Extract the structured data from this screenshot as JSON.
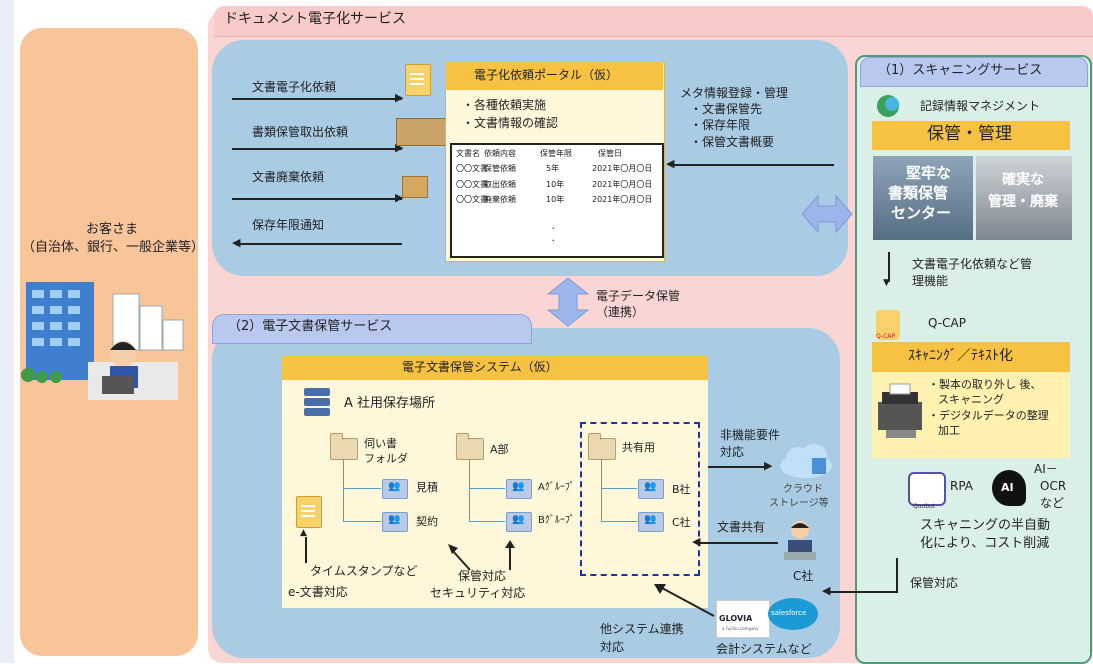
{
  "title": "ドキュメント電子化サービス",
  "customer": {
    "line1": "お客さま",
    "line2": "（自治体、銀行、一般企業等）"
  },
  "portal": {
    "requests": [
      "文書電子化依頼",
      "書類保管取出依頼",
      "文書廃棄依頼",
      "保存年限通知"
    ],
    "box_title": "電子化依頼ポータル（仮）",
    "bullets": [
      "・各種依頼実施",
      "・文書情報の確認"
    ],
    "table": {
      "headers": [
        "文書名",
        "依頼内容",
        "保管年限",
        "保管日"
      ],
      "rows": [
        [
          "〇〇文書",
          "保管依頼",
          "5年",
          "2021年〇月〇日"
        ],
        [
          "〇〇文書",
          "取出依頼",
          "10年",
          "2021年〇月〇日"
        ],
        [
          "〇〇文書",
          "廃棄依頼",
          "10年",
          "2021年〇月〇日"
        ]
      ],
      "dots": [
        "．",
        "．"
      ]
    },
    "meta": [
      "メタ情報登録・管理",
      "・文書保管先",
      "・保存年限",
      "・保管文書概要"
    ]
  },
  "link": {
    "line1": "電子データ保管",
    "line2": "（連携）"
  },
  "storage": {
    "tab": "（2）電子文書保管サービス",
    "sys_title": "電子文書保管システム（仮）",
    "location": "A 社用保存場所",
    "folders": {
      "f1": [
        "伺い書",
        "フォルダ"
      ],
      "f1_sub": [
        "見積",
        "契約"
      ],
      "f2": "A部",
      "f2_sub": [
        "Aｸﾞﾙｰﾌﾟ",
        "Bｸﾞﾙｰﾌﾟ"
      ],
      "f3": "共有用",
      "f3_sub": [
        "B社",
        "C社"
      ]
    },
    "timestamp": "タイムスタンプなど",
    "e_doc": "e-文書対応",
    "security": [
      "保管対応",
      "セキュリティ対応"
    ],
    "nonfunc": [
      "非機能要件",
      "対応"
    ],
    "cloud": [
      "クラウド",
      "ストレージ等"
    ],
    "sharing": "文書共有",
    "company_c": "C社",
    "other_sys": [
      "他システム連携",
      "対応"
    ],
    "accounting": "会計システムなど",
    "logos": {
      "glovia": "GLOVIA",
      "glovia_sub": "a Fujitsu company",
      "salesforce": "salesforce"
    }
  },
  "scanning": {
    "tab": "（1）スキャニングサービス",
    "records": "記録情報マネジメント",
    "hokan": "保管・管理",
    "photo1": [
      "堅牢な",
      "書類保管",
      "センター"
    ],
    "photo2": [
      "確実な",
      "管理・廃棄"
    ],
    "mgmt": [
      "文書電子化依頼など管",
      "理機能"
    ],
    "qcap": "Q-CAP",
    "qcap_logo": "Q-CAP",
    "scan_band": "ｽｷｬﾆﾝｸﾞ／ﾃｷｽﾄ化",
    "scan_items": [
      "・製本の取り外し 後、",
      "スキャニング",
      "・デジタルデータの整理",
      "加工"
    ],
    "rpa": "RPA",
    "qoobot": "Quobot",
    "ai_icon": "AI",
    "ai_ocr": [
      "AI－",
      "OCR",
      "など"
    ],
    "cost": [
      "スキャニングの半自動",
      "化により、コスト削減"
    ],
    "storage_support": "保管対応"
  },
  "colors": {
    "accent_yellow": "#f7c242",
    "panel_blue": "#a9cbe3",
    "outer_pink": "#f9d6d4",
    "customer_orange": "#f8c49a",
    "scan_green": "#d9efe8"
  }
}
